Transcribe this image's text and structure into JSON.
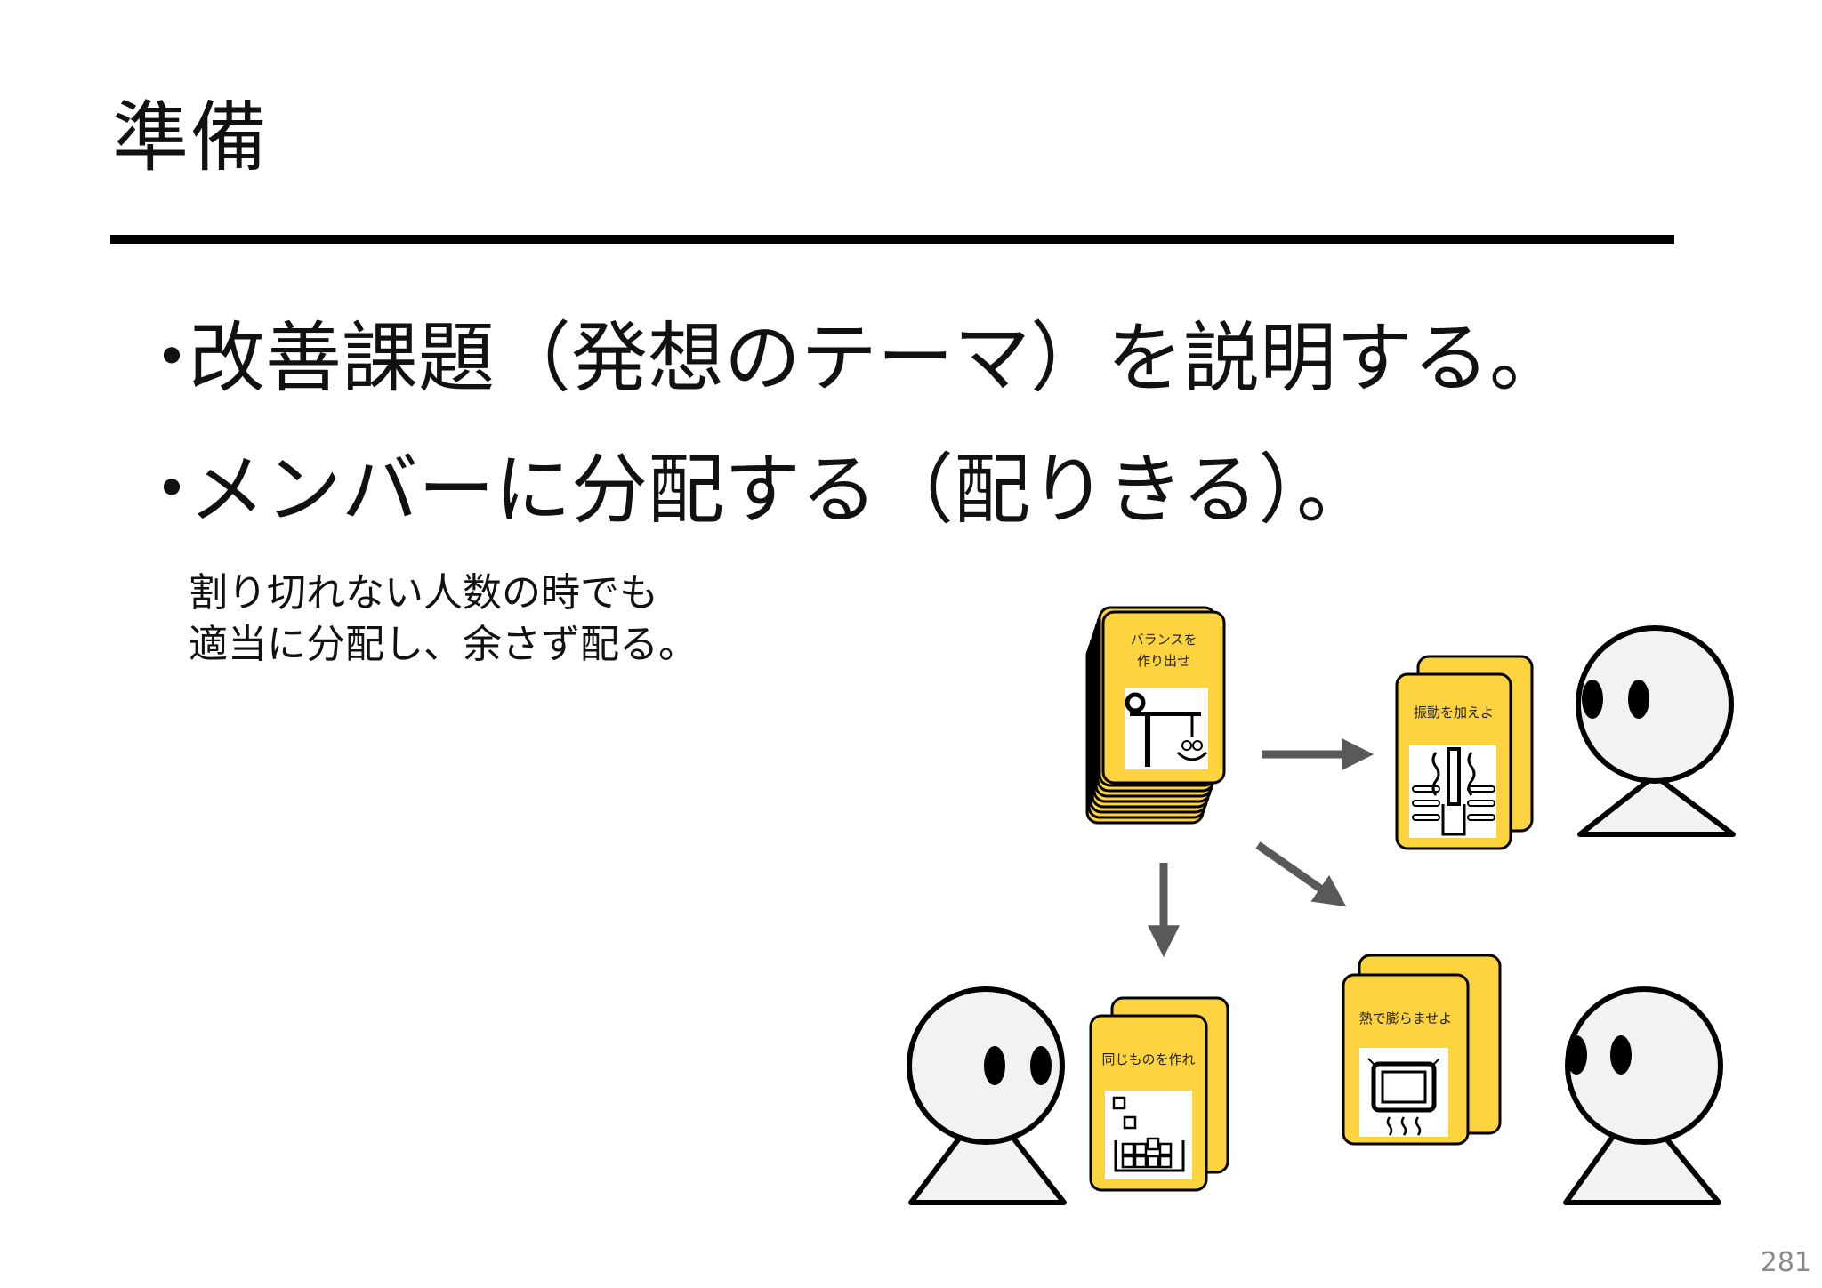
{
  "slide": {
    "title": "準備",
    "bullets": [
      {
        "marker": "・",
        "text": "改善課題（発想のテーマ）を説明する。"
      },
      {
        "marker": "・",
        "text": "メンバーに分配する（配りきる）。"
      }
    ],
    "note_lines": [
      "割り切れない人数の時でも",
      "適当に分配し、余さず配る。"
    ],
    "page_number": "281"
  },
  "cards": {
    "deck": {
      "line1": "バランスを",
      "line2": "作り出せ"
    },
    "top_right": "振動を加えよ",
    "bottom_left": "同じものを作れ",
    "bottom_middle": "熱で膨らませよ"
  },
  "colors": {
    "card_fill": "#FDD33F",
    "card_stroke": "#000000",
    "arrow": "#595959",
    "figure_fill": "#F2F2F2",
    "page_number": "#8A8A8A"
  },
  "icons": [
    "arrow-right-icon",
    "arrow-down-icon",
    "arrow-diagonal-icon",
    "person-icon",
    "balance-icon",
    "vibration-icon",
    "stack-icon",
    "heat-icon"
  ]
}
